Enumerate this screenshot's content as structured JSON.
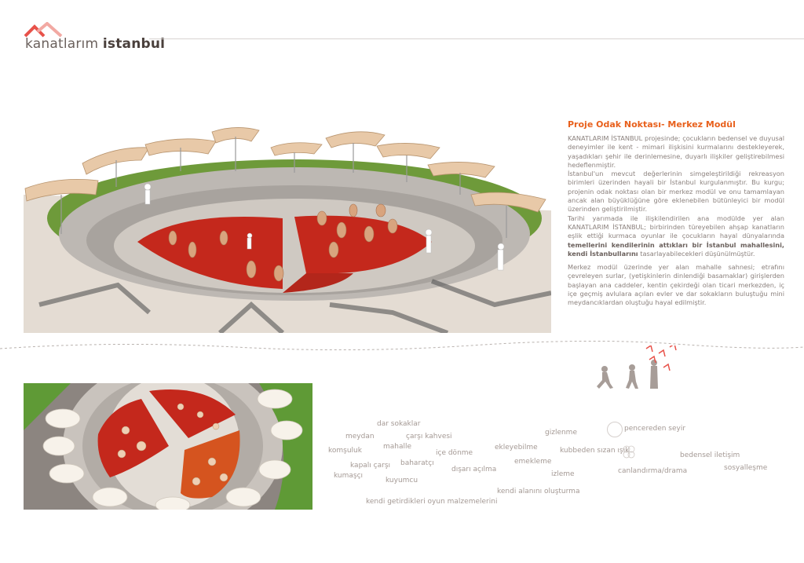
{
  "brand": {
    "name_light": "kanatlarım",
    "name_bold": "istanbul",
    "accent_color": "#e8601c",
    "logo_color": "#e8524a"
  },
  "article": {
    "title": "Proje Odak Noktası- Merkez Modül",
    "p1": "KANATLARIM İSTANBUL projesinde; çocukların bedensel ve duyusal deneyimler ile kent - mimari ilişkisini kurmalarını destekleyerek, yaşadıkları şehir ile derinlemesine, duyarlı ilişkiler geliştirebilmesi hedeflenmiştir.",
    "p2": "İstanbul'un mevcut değerlerinin simgeleştirildiği rekreasyon birimleri üzerinden hayali bir İstanbul kurgulanmıştır. Bu kurgu; projenin odak noktası olan bir merkez modül ve onu tamamlayan ancak alan büyüklüğüne göre eklenebilen bütünleyici bir modül üzerinden geliştirilmiştir.",
    "p3_start": "Tarihi yarımada ile ilişkilendirilen ana modülde yer alan KANATLARIM İSTANBUL; birbirinden türeyebilen ahşap kanatların eşlik ettiği kurmaca oyunlar ile çocukların hayal dünyalarında ",
    "p3_bold": "temellerini kendilerinin attıkları bir İstanbul mahallesini, kendi İstanbullarını",
    "p3_end": " tasarlayabilecekleri düşünülmüştür.",
    "p4": "Merkez modül üzerinde yer alan mahalle sahnesi; etrafını çevreleyen surlar, (yetişkinlerin dinlendiği basamaklar) girişlerden başlayan ana caddeler, kentin çekirdeği olan ticari merkezden, iç içe geçmiş avlulara açılan evler ve dar sokakların buluştuğu mini meydancıklardan oluştuğu hayal edilmiştir."
  },
  "word_cloud": [
    "dar sokaklar",
    "meydan",
    "çarşı kahvesi",
    "komşuluk",
    "mahalle",
    "içe dönme",
    "kapalı çarşı",
    "baharatçı",
    "dışarı açılma",
    "kumaşçı",
    "kuyumcu",
    "kendi getirdikleri oyun malzemelerini",
    "gizlenme",
    "pencereden seyir",
    "ekleyebilme",
    "kubbeden sızan ışık",
    "emekleme",
    "izleme",
    "canlandırma/drama",
    "bedensel iletişim",
    "sosyalleşme",
    "kendi alanını oluşturma"
  ]
}
